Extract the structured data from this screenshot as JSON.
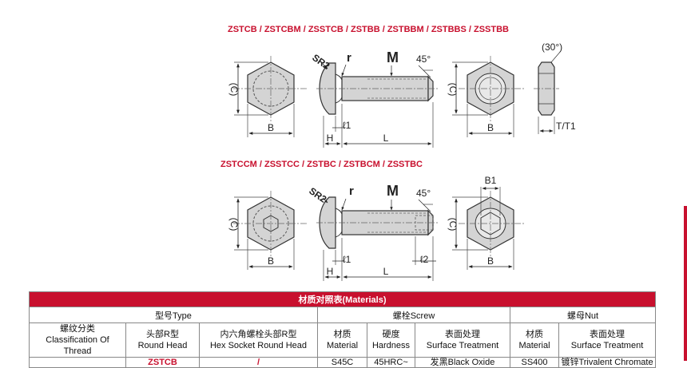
{
  "section1": {
    "title": "ZSTCB / ZSTCBM / ZSSTCB / ZSTBB / ZSTBBM / ZSTBBS / ZSSTBB"
  },
  "section2": {
    "title": "ZSTCCM / ZSSTCC / ZSTBC / ZSTBCM / ZSSTBC"
  },
  "dims": {
    "c": "(C)",
    "b": "B",
    "sr2": "SR2",
    "r": "r",
    "m": "M",
    "angle45": "45°",
    "h": "H",
    "l1": "ℓ1",
    "l2": "ℓ2",
    "l": "L",
    "angle30": "(30°)",
    "t_t1": "T/T1",
    "b1": "B1"
  },
  "table": {
    "title": "材质对照表(Materials)",
    "groups": {
      "type": "型号Type",
      "screw": "螺栓Screw",
      "nut": "螺母Nut"
    },
    "columns": [
      {
        "cn": "螺纹分类",
        "en": "Classification Of Thread"
      },
      {
        "cn": "头部R型",
        "en": "Round Head"
      },
      {
        "cn": "内六角螺栓头部R型",
        "en": "Hex Socket Round Head"
      },
      {
        "cn": "材质",
        "en": "Material"
      },
      {
        "cn": "硬度",
        "en": "Hardness"
      },
      {
        "cn": "表面处理",
        "en": "Surface Treatment"
      },
      {
        "cn": "材质",
        "en": "Material"
      },
      {
        "cn": "表面处理",
        "en": "Surface Treatment"
      }
    ],
    "row1": {
      "round_head": "ZSTCB",
      "hex_socket": "/",
      "material": "S45C",
      "hardness": "45HRC~",
      "surface": "发黑Black Oxide",
      "nut_material": "SS400",
      "nut_surface": "镀锌Trivalent Chromate"
    }
  },
  "colors": {
    "accent": "#c8102e",
    "part_fill": "#d4d4d4"
  }
}
